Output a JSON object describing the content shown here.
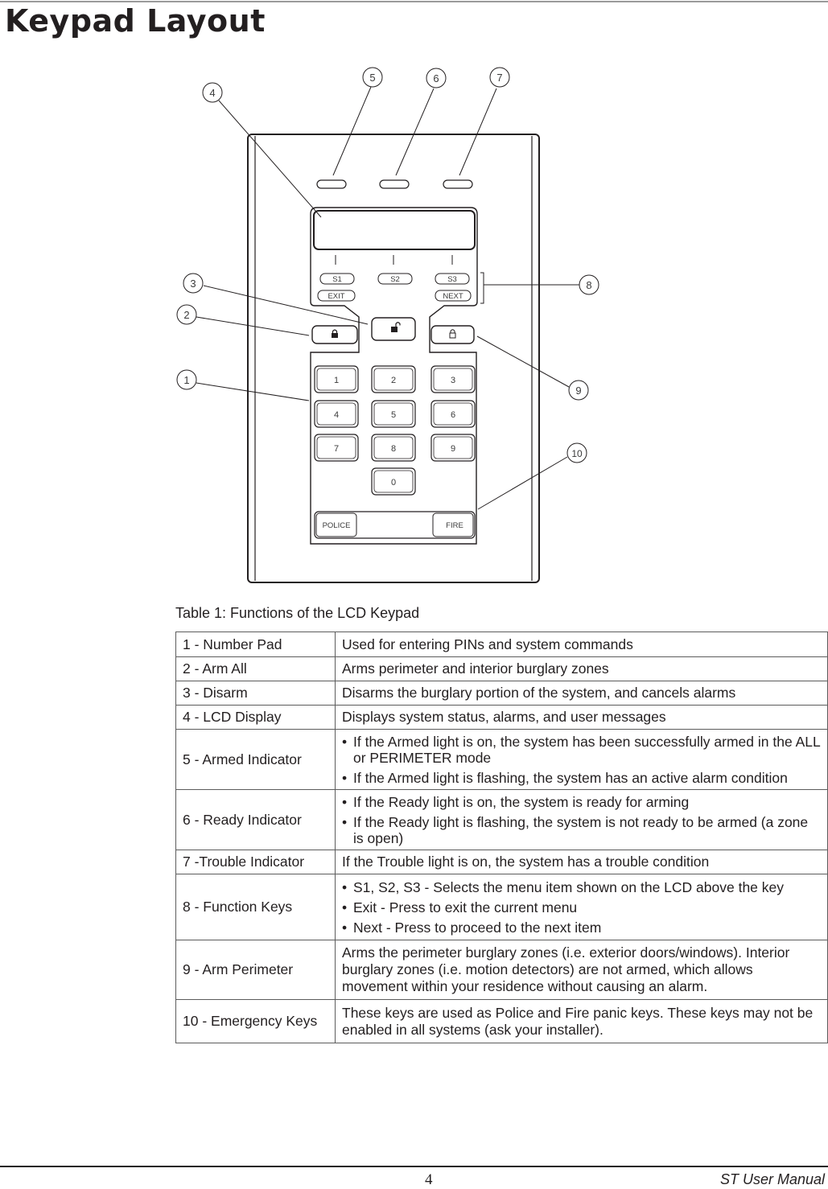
{
  "page": {
    "title": "Keypad Layout",
    "page_number": "4",
    "footer_title": "ST User Manual"
  },
  "keypad": {
    "soft_keys": [
      "S1",
      "S2",
      "S3"
    ],
    "exit_label": "EXIT",
    "next_label": "NEXT",
    "number_keys": [
      "1",
      "2",
      "3",
      "4",
      "5",
      "6",
      "7",
      "8",
      "9",
      "0"
    ],
    "police_label": "POLICE",
    "fire_label": "FIRE",
    "callouts": [
      "1",
      "2",
      "3",
      "4",
      "5",
      "6",
      "7",
      "8",
      "9",
      "10"
    ]
  },
  "table": {
    "caption": "Table 1: Functions of the LCD Keypad",
    "rows": [
      {
        "function": "1 - Number Pad",
        "description": "Used for entering PINs and system commands"
      },
      {
        "function": "2 - Arm All",
        "description": "Arms perimeter and interior burglary zones"
      },
      {
        "function": "3 - Disarm",
        "description": "Disarms the burglary portion of the system, and cancels alarms"
      },
      {
        "function": "4 - LCD Display",
        "description": "Displays system status, alarms, and user messages"
      },
      {
        "function": "5 - Armed Indicator",
        "bullets": [
          "If the Armed light is on, the system has been successfully armed in the ALL or PERIMETER mode",
          "If the Armed light is flashing, the system has an active alarm condition"
        ]
      },
      {
        "function": "6 - Ready Indicator",
        "bullets": [
          "If the Ready light is on, the system is ready for arming",
          "If the Ready light is flashing, the system is not ready to be armed (a zone is open)"
        ]
      },
      {
        "function": "7 -Trouble Indicator",
        "description": "If the Trouble light is on, the system has a trouble condition"
      },
      {
        "function": "8 - Function Keys",
        "bullets": [
          "S1, S2, S3 - Selects the menu item shown on the LCD above the key",
          "Exit - Press to exit the current menu",
          "Next - Press to proceed to the next item"
        ]
      },
      {
        "function": "9 - Arm Perimeter",
        "description": "Arms the perimeter burglary zones (i.e. exterior doors/windows). Interior burglary zones (i.e. motion detectors) are not armed, which allows movement within your residence without causing an alarm."
      },
      {
        "function": "10 - Emergency Keys",
        "description": "These keys are used as Police and Fire panic keys. These keys may not be enabled in all systems (ask your installer)."
      }
    ]
  }
}
